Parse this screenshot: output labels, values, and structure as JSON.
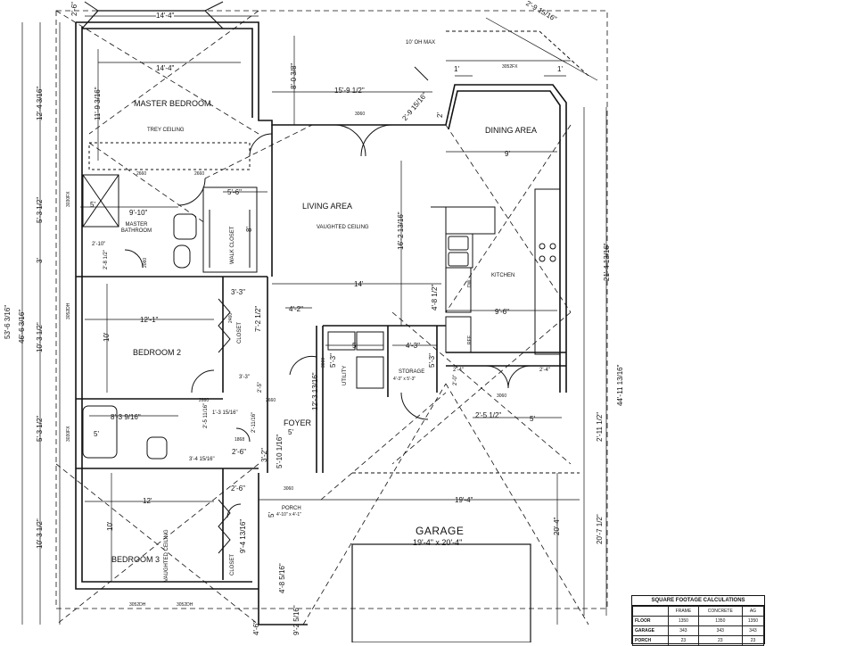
{
  "rooms": {
    "master_bedroom": "MASTER BEDROOM",
    "trey_ceiling": "TREY CEILING",
    "master_bathroom": "MASTER BATHROOM",
    "wic": "WALK CLOSET",
    "living_area": "LIVING AREA",
    "vaulted_ceiling": "VAUGHTED CEILING",
    "dining_area": "DINING AREA",
    "kitchen": "KITCHEN",
    "bedroom2": "BEDROOM 2",
    "closet": "CLOSET",
    "utility": "UTILITY",
    "storage": "STORAGE",
    "storage_size": "4'-3\" x 5'-3\"",
    "foyer": "FOYER",
    "porch": "PORCH",
    "porch_size": "4'-10\" x 4'-1\"",
    "garage": "GARAGE",
    "garage_size": "19'-4\" x 20'-4\"",
    "bedroom3": "BEDROOM 3",
    "vaulted_ceiling_b3": "VAUGHTED CEILING",
    "closet2": "CLOSET"
  },
  "dims": {
    "d_14_4_top": "14'-4\"",
    "d_14_4_in": "14'-4\"",
    "d_2_6_top": "2'-6\"",
    "d_8_0_3_8": "8'-0 3/8\"",
    "d_15_9": "15'-9 1/2\"",
    "d_2_9_15_16_top": "2'-9 15/16\"",
    "d_2_9_15_16": "2'-9 15/16\"",
    "d_10_oh_max": "10' OH MAX",
    "d_1_left": "1'",
    "d_1_right": "1'",
    "d_2_dining": "2'",
    "d_9_dining": "9'",
    "d_11_9": "11'-9 3/16\"",
    "d_12_4": "12'-4 3/16\"",
    "d_5_6": "5'-6\"",
    "d_9_10": "9'-10\"",
    "d_5_bath": "5'",
    "d_8_wic": "8'",
    "d_2_10": "2'-10\"",
    "d_2_8": "2'-8 1/2\"",
    "d_5_3_top": "5'-3 1/2\"",
    "d_3_left": "3'",
    "d_16_2": "16'-2 13/16\"",
    "d_14_living": "14'",
    "d_4_8": "4'-8 1/2\"",
    "d_9_6": "9'-6\"",
    "d_3_3": "3'-3\"",
    "d_7_2": "7'-2 1/2\"",
    "d_4_2": "4'-2\"",
    "d_12_1": "12'-1\"",
    "d_10_bed2": "10'",
    "d_10_3_top": "10'-3 1/2\"",
    "d_5_util": "5'",
    "d_5_3_util": "5'-3\"",
    "d_4_3": "4'-3\"",
    "d_5_3_stor": "5'-3\"",
    "d_3_3b": "3'-3\"",
    "d_2_5": "2'-5\"",
    "d_12_3": "12'-3 13/16\"",
    "d_2_4_a": "2'-4\"",
    "d_2_4_b": "2'-4\"",
    "d_2_0": "2'-0\"",
    "d_2_5_1_2": "2'-5 1/2\"",
    "d_5_garage": "5'",
    "d_8_3": "8'-3 9/16\"",
    "d_5_bath2": "5'",
    "d_2_5_11": "2'-5 11/16\"",
    "d_1_3": "1'-3 15/16\"",
    "d_2_11": "2'-11/16\"",
    "d_5_foyer": "5'",
    "d_5_10": "5'-10 1/16\"",
    "d_3_2": "3'-2\"",
    "d_3_4": "3'-4 15/16\"",
    "d_2_6_a": "2'-6\"",
    "d_2_6_b": "2'-6\"",
    "d_5_3_mid": "5'-3 1/2\"",
    "d_10_3_bot": "10'-3 1/2\"",
    "d_12_bed3": "12'",
    "d_10_bed3": "10'",
    "d_9_4": "9'-4 13/16\"",
    "d_5_porch": "5'",
    "d_4_8_5": "4'-8 5/16\"",
    "d_9_2": "9'-2 5/16\"",
    "d_4_6": "4'-6\"",
    "d_19_4": "19'-4\"",
    "d_20_4": "20'-4\"",
    "d_20_7": "20'-7 1/2\"",
    "d_2_11_r": "2'-11 1/2\"",
    "d_21_4": "21'-4 13/16\"",
    "d_44_11": "44'-11 13/16\"",
    "d_46_6": "46'-6 3/16\"",
    "d_53_6": "53'-6 3/16\""
  },
  "windows": {
    "w3060_top": "3060",
    "w2660_a": "2660",
    "w2660_b": "2660",
    "w3060_bath": "3030FX",
    "w3052_bed2": "3052DH",
    "w2060_a": "2060",
    "w2460": "2460",
    "w2660_c": "2660",
    "w1868": "1868",
    "w3060_por": "3060",
    "w3060_gar": "3060",
    "w3052_b3a": "3052DH",
    "w3052_b3b": "3052DH",
    "w3030_b2": "3030FX",
    "w3060_stor": "3060",
    "w2660_d": "2660",
    "w3052_kit": "3052FX",
    "dw": "DW",
    "ref": "REF"
  },
  "sqft_table": {
    "title": "SQUARE FOOTAGE CALCULATIONS",
    "headers": [
      "",
      "FRAME",
      "CONCRETE",
      "AG"
    ],
    "rows": [
      [
        "FLOOR",
        "1350",
        "1350",
        "1350"
      ],
      [
        "GARAGE",
        "343",
        "343",
        "343"
      ],
      [
        "PORCH",
        "23",
        "23",
        "23"
      ]
    ]
  }
}
